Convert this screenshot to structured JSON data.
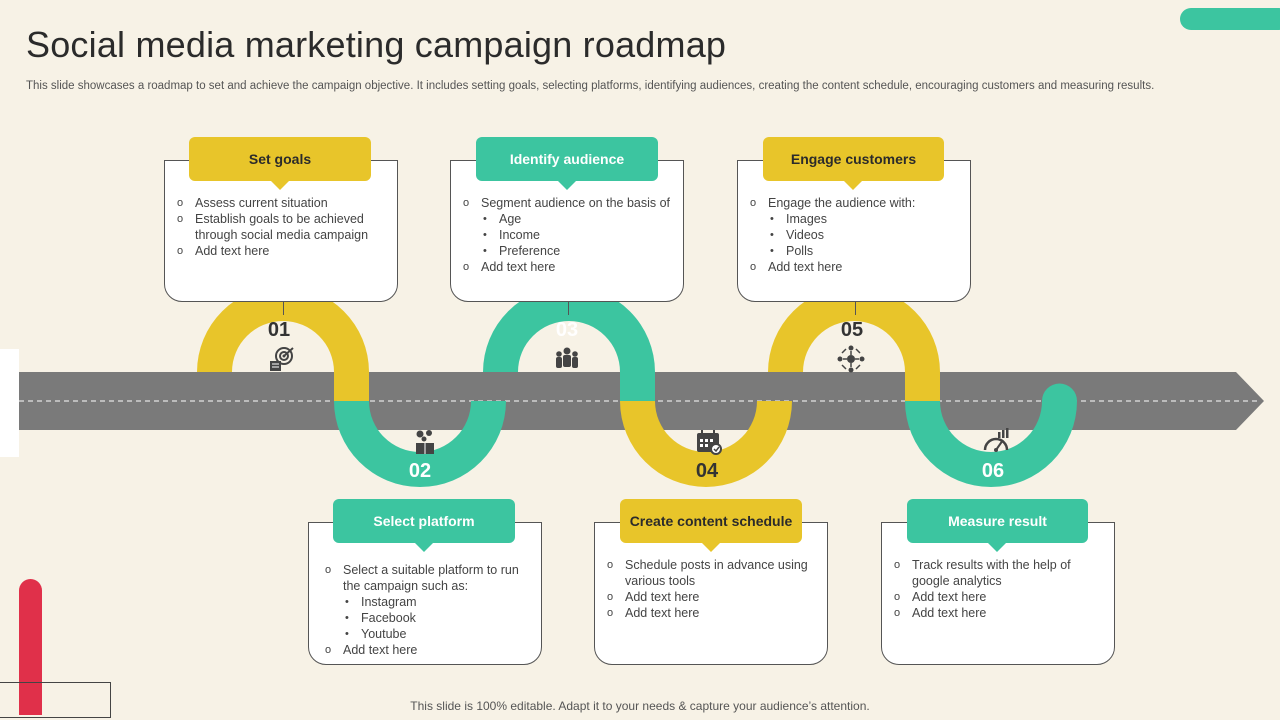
{
  "title": "Social media marketing campaign roadmap",
  "subtitle": "This slide showcases a roadmap to set and achieve the campaign objective. It includes setting goals, selecting platforms, identifying audiences, creating the content schedule, encouraging customers and measuring results.",
  "footer": "This slide is 100% editable. Adapt it to your needs & capture your audience’s attention.",
  "colors": {
    "yellow": "#e8c52a",
    "green": "#3cc5a0",
    "road": "#7a7a7a",
    "red": "#e0304a",
    "background": "#f7f2e6"
  },
  "steps": [
    {
      "number": "01",
      "label": "Set goals",
      "icon": "target-icon",
      "items": [
        {
          "level": 1,
          "text": "Assess current situation"
        },
        {
          "level": 1,
          "text": "Establish goals to be achieved through social media campaign"
        },
        {
          "level": 1,
          "text": "Add text here"
        }
      ]
    },
    {
      "number": "02",
      "label": "Select platform",
      "icon": "platform-box-icon",
      "items": [
        {
          "level": 1,
          "text": "Select a suitable platform to run the campaign such as:"
        },
        {
          "level": 2,
          "text": "Instagram"
        },
        {
          "level": 2,
          "text": "Facebook"
        },
        {
          "level": 2,
          "text": "Youtube"
        },
        {
          "level": 1,
          "text": "Add text here"
        }
      ]
    },
    {
      "number": "03",
      "label": "Identify audience",
      "icon": "audience-icon",
      "items": [
        {
          "level": 1,
          "text": "Segment audience on the basis of"
        },
        {
          "level": 2,
          "text": "Age"
        },
        {
          "level": 2,
          "text": "Income"
        },
        {
          "level": 2,
          "text": "Preference"
        },
        {
          "level": 1,
          "text": "Add text here"
        }
      ]
    },
    {
      "number": "04",
      "label": "Create content schedule",
      "icon": "calendar-icon",
      "items": [
        {
          "level": 1,
          "text": "Schedule posts in advance using various  tools"
        },
        {
          "level": 1,
          "text": "Add text here"
        },
        {
          "level": 1,
          "text": "Add text here"
        }
      ]
    },
    {
      "number": "05",
      "label": "Engage customers",
      "icon": "network-icon",
      "items": [
        {
          "level": 1,
          "text": "Engage the audience with:"
        },
        {
          "level": 2,
          "text": "Images"
        },
        {
          "level": 2,
          "text": "Videos"
        },
        {
          "level": 2,
          "text": "Polls"
        },
        {
          "level": 1,
          "text": "Add text here"
        }
      ]
    },
    {
      "number": "06",
      "label": "Measure result",
      "icon": "gauge-chart-icon",
      "items": [
        {
          "level": 1,
          "text": "Track results with the help of google analytics"
        },
        {
          "level": 1,
          "text": "Add text here"
        },
        {
          "level": 1,
          "text": "Add text here"
        }
      ]
    }
  ]
}
